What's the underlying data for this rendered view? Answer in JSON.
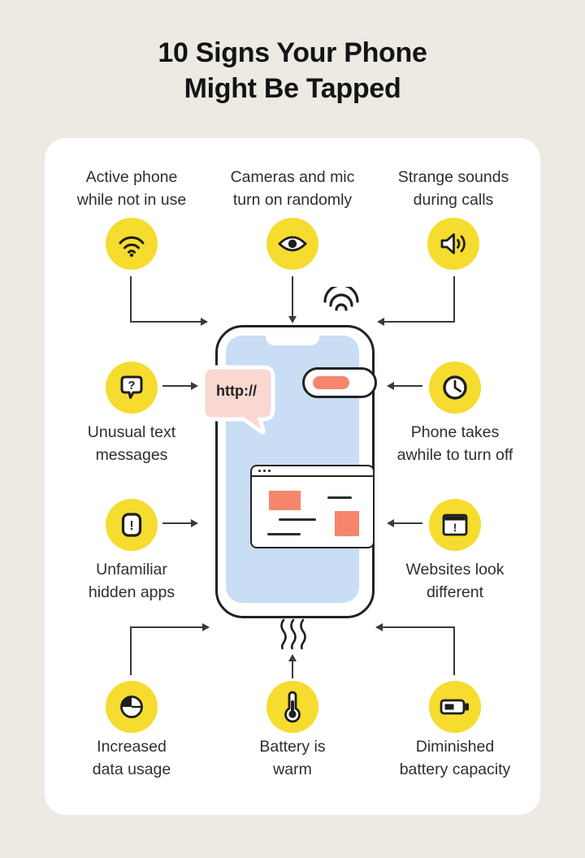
{
  "title": "10 Signs Your Phone\nMight Be Tapped",
  "colors": {
    "background": "#EDE9E3",
    "card": "#FFFFFF",
    "badge_yellow": "#F5DC2E",
    "ink": "#1f1f1f",
    "connector": "#3a3a3a",
    "salmon": "#F5866B",
    "screen_blue": "#C9DDF4",
    "bubble_pink": "#F8D8D1"
  },
  "phone": {
    "url_bubble_text": "http://"
  },
  "signs": [
    {
      "id": "active-phone",
      "label": "Active phone\nwhile not in use",
      "icon": "wifi-icon"
    },
    {
      "id": "cameras-mic",
      "label": "Cameras and mic\nturn on randomly",
      "icon": "eye-icon"
    },
    {
      "id": "strange-sounds",
      "label": "Strange sounds\nduring calls",
      "icon": "speaker-icon"
    },
    {
      "id": "unusual-texts",
      "label": "Unusual text\nmessages",
      "icon": "question-bubble-icon"
    },
    {
      "id": "slow-power-off",
      "label": "Phone takes\nawhile to turn off",
      "icon": "clock-icon"
    },
    {
      "id": "hidden-apps",
      "label": "Unfamiliar\nhidden apps",
      "icon": "exclamation-app-icon"
    },
    {
      "id": "websites-different",
      "label": "Websites look\ndifferent",
      "icon": "browser-alert-icon"
    },
    {
      "id": "data-usage",
      "label": "Increased\ndata usage",
      "icon": "pie-chart-icon"
    },
    {
      "id": "warm-battery",
      "label": "Battery is\nwarm",
      "icon": "thermometer-icon"
    },
    {
      "id": "battery-capacity",
      "label": "Diminished\nbattery capacity",
      "icon": "battery-icon"
    }
  ]
}
